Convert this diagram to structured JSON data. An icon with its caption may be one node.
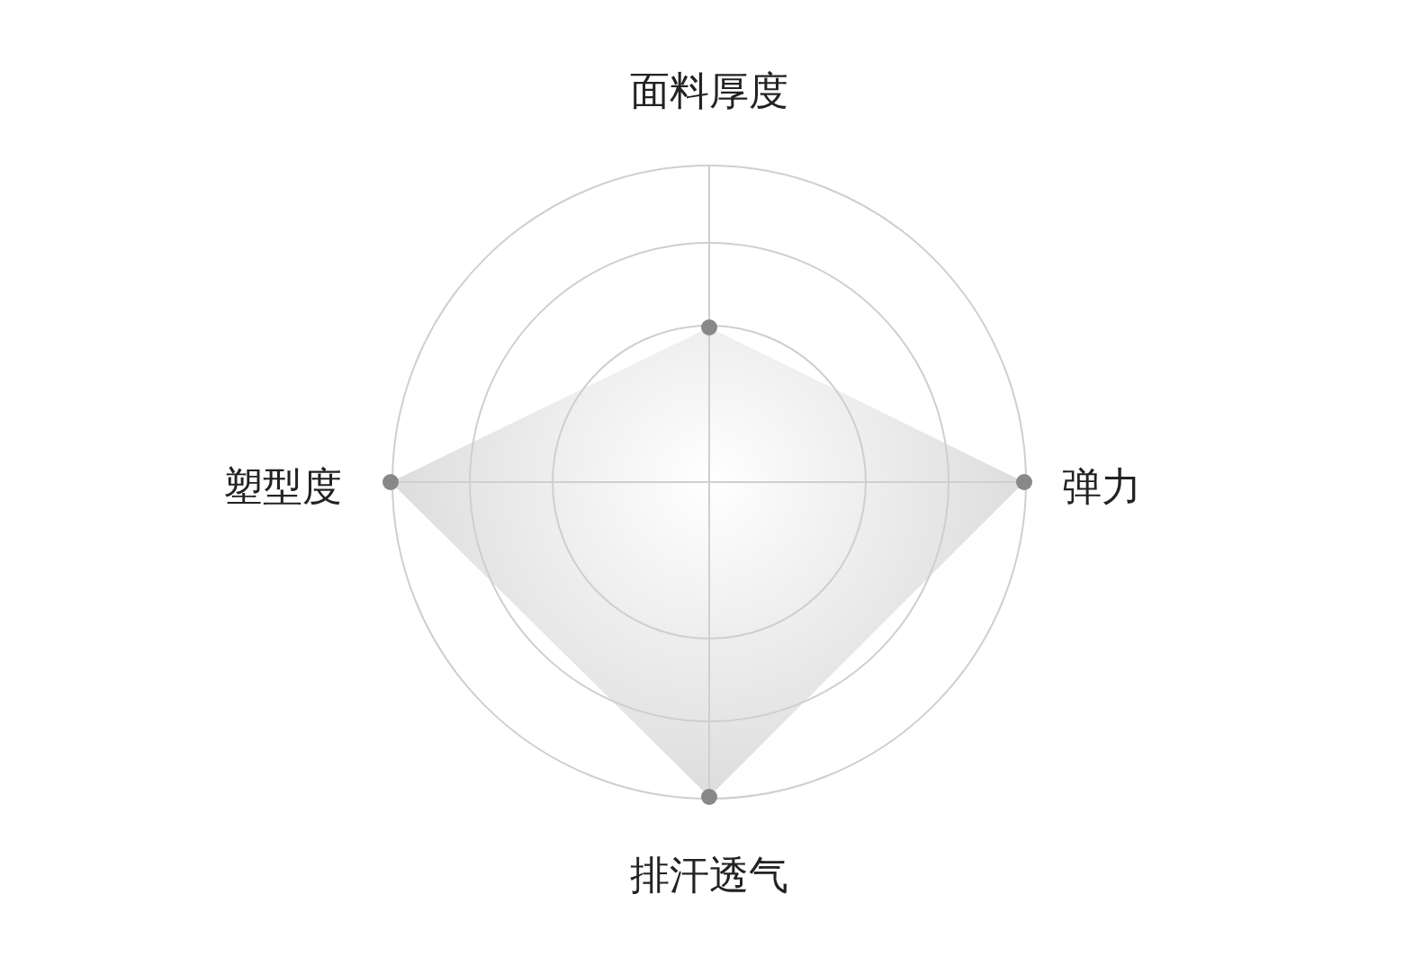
{
  "diagram": {
    "labels": [
      "面料厚度",
      "塑型度",
      "弹力",
      "排汗透气"
    ]
  }
}
